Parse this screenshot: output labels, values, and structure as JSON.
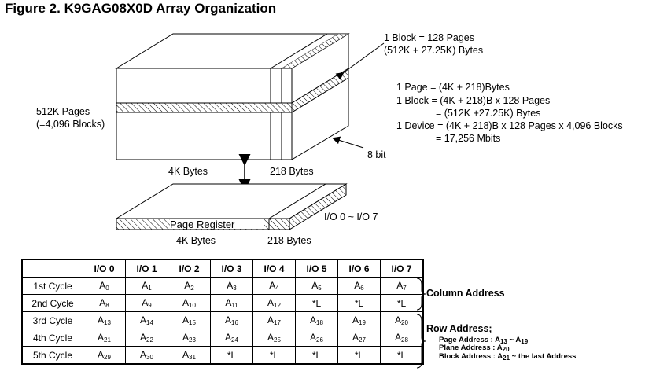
{
  "title": "Figure 2. K9GAG08X0D Array Organization",
  "diagram": {
    "block_note": [
      "1 Block = 128 Pages",
      "(512K + 27.25K) Bytes"
    ],
    "pages_note": [
      "512K Pages",
      "(=4,096 Blocks)"
    ],
    "formula_lines": [
      "1 Page = (4K + 218)Bytes",
      "1 Block = (4K + 218)B x 128 Pages",
      "= (512K +27.25K) Bytes",
      "1 Device = (4K + 218)B x 128 Pages x 4,096 Blocks",
      "= 17,256 Mbits"
    ],
    "width_label": "8 bit",
    "main_bytes": "4K Bytes",
    "spare_bytes": "218 Bytes",
    "page_register": "Page Register",
    "reg_main_bytes": "4K Bytes",
    "reg_spare_bytes": "218 Bytes",
    "io_label": "I/O 0 ~ I/O 7"
  },
  "table": {
    "headers": [
      "I/O 0",
      "I/O 1",
      "I/O 2",
      "I/O 3",
      "I/O 4",
      "I/O 5",
      "I/O 6",
      "I/O 7"
    ],
    "rows": [
      {
        "label": "1st Cycle",
        "cells": [
          "A0",
          "A1",
          "A2",
          "A3",
          "A4",
          "A5",
          "A6",
          "A7"
        ]
      },
      {
        "label": "2nd Cycle",
        "cells": [
          "A8",
          "A9",
          "A10",
          "A11",
          "A12",
          "*L",
          "*L",
          "*L"
        ]
      },
      {
        "label": "3rd Cycle",
        "cells": [
          "A13",
          "A14",
          "A15",
          "A16",
          "A17",
          "A18",
          "A19",
          "A20"
        ]
      },
      {
        "label": "4th Cycle",
        "cells": [
          "A21",
          "A22",
          "A23",
          "A24",
          "A25",
          "A26",
          "A27",
          "A28"
        ]
      },
      {
        "label": "5th Cycle",
        "cells": [
          "A29",
          "A30",
          "A31",
          "*L",
          "*L",
          "*L",
          "*L",
          "*L"
        ]
      }
    ]
  },
  "annotations": {
    "column_address": "Column Address",
    "row_address": "Row Address;",
    "page_address": "Page Address : A13 ~ A19",
    "plane_address": "Plane Address : A20",
    "block_address": "Block Address : A21 ~ the last Address"
  }
}
